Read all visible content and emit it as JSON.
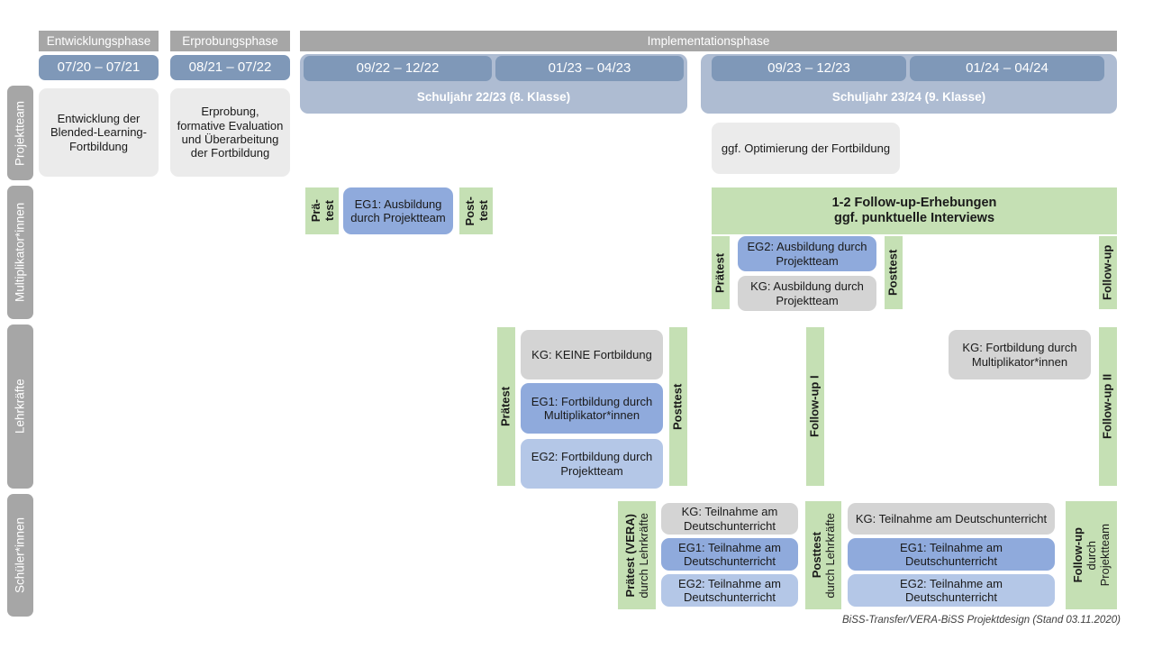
{
  "rows": [
    {
      "label": "Projektteam"
    },
    {
      "label": "Multiplikator*innen"
    },
    {
      "label": "Lehrkräfte"
    },
    {
      "label": "Schüler*innen"
    }
  ],
  "phases": [
    {
      "name": "Entwicklungsphase",
      "period": "07/20 – 07/21"
    },
    {
      "name": "Erprobungsphase",
      "period": "08/21 – 07/22"
    },
    {
      "name": "Implementationsphase"
    }
  ],
  "periods": [
    {
      "label": "09/22 – 12/22"
    },
    {
      "label": "01/23 – 04/23"
    },
    {
      "label": "09/23 – 12/23"
    },
    {
      "label": "01/24 – 04/24"
    }
  ],
  "school_years": [
    {
      "label": "Schuljahr 22/23 (8. Klasse)"
    },
    {
      "label": "Schuljahr 23/24 (9. Klasse)"
    }
  ],
  "projektteam": {
    "entwicklung": "Entwicklung der Blended-Learning-Fortbildung",
    "erprobung": "Erprobung, formative Evaluation und Überarbeitung der Fortbildung",
    "optimierung": "ggf. Optimierung der Fortbildung"
  },
  "multiplikatoren": {
    "praetest_short_1": "Prä-",
    "praetest_short_2": "test",
    "posttest_short_1": "Post-",
    "posttest_short_2": "test",
    "eg1_ausbildung": "EG1: Ausbildung durch Projektteam",
    "followup_banner_line1": "1-2 Follow-up-Erhebungen",
    "followup_banner_line2": "ggf. punktuelle Interviews",
    "praetest": "Prätest",
    "posttest": "Posttest",
    "followup": "Follow-up",
    "eg2_ausbildung": "EG2:  Ausbildung durch Projektteam",
    "kg_ausbildung": "KG: Ausbildung durch Projektteam"
  },
  "lehrkraefte": {
    "praetest": "Prätest",
    "posttest": "Posttest",
    "followup_1": "Follow-up I",
    "followup_2": "Follow-up II",
    "kg_keine": "KG:  KEINE Fortbildung",
    "eg1_fortbildung": "EG1: Fortbildung durch Multiplikator*innen",
    "eg2_fortbildung": "EG2: Fortbildung durch Projektteam",
    "kg_fortbildung": "KG: Fortbildung durch Multiplikator*innen"
  },
  "schueler": {
    "praetest_main": "Prätest (VERA)",
    "praetest_sub": "durch Lehrkräfte",
    "posttest_main": "Posttest",
    "posttest_sub": "durch Lehrkräfte",
    "followup_main": "Follow-up",
    "followup_sub1": "durch",
    "followup_sub2": "Projektteam",
    "kg_teilnahme": "KG: Teilnahme am Deutschunterricht",
    "eg1_teilnahme": "EG1: Teilnahme am Deutschunterricht",
    "eg2_teilnahme": "EG2: Teilnahme am Deutschunterricht"
  },
  "footer": "BiSS-Transfer/VERA-BiSS Projektdesign (Stand 03.11.2020)",
  "colors": {
    "row_label": "#a6a6a6",
    "phase_header": "#a6a6a6",
    "date_bar": "#7f98b8",
    "year_band": "#aebcd2",
    "card_gray_light": "#ebebeb",
    "card_gray": "#d4d4d4",
    "eg1_blue": "#8faadc",
    "eg2_blue": "#b4c7e7",
    "green": "#c5e0b4"
  }
}
